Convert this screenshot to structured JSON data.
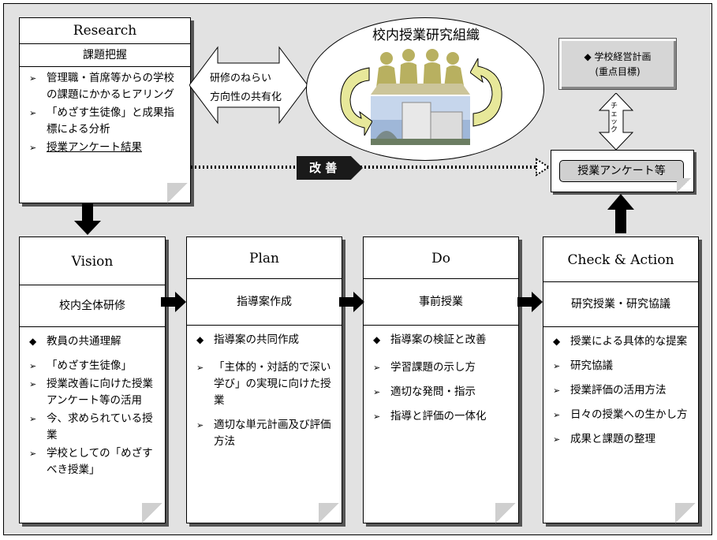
{
  "research": {
    "title": "Research",
    "subtitle": "課題把握",
    "items": [
      "管理職・首席等からの学校の課題にかかるヒアリング",
      "「めざす生徒像」と成果指標による分析",
      "授業アンケート結果"
    ]
  },
  "share_label": {
    "line1": "研修のねらい",
    "line2": "方向性の共有化"
  },
  "organization": {
    "title": "校内授業研究組織"
  },
  "plan_box": {
    "line1": "◆ 学校経営計画",
    "line2": "(重点目標)"
  },
  "check_label": "チェック",
  "improve_label": "改 善",
  "survey_box": "授業アンケート等",
  "vision": {
    "title": "Vision",
    "subtitle": "校内全体研修",
    "items": [
      {
        "mark": "diamond",
        "text": "教員の共通理解"
      },
      {
        "mark": "arrow",
        "text": "「めざす生徒像」"
      },
      {
        "mark": "arrow",
        "text": "授業改善に向けた授業アンケート等の活用"
      },
      {
        "mark": "arrow",
        "text": "今、求められている授業"
      },
      {
        "mark": "arrow",
        "text": "学校としての「めざすべき授業」"
      }
    ]
  },
  "plan": {
    "title": "Plan",
    "subtitle": "指導案作成",
    "items": [
      {
        "mark": "diamond",
        "text": "指導案の共同作成"
      },
      {
        "mark": "arrow",
        "text": "「主体的・対話的で深い学び」の実現に向けた授業"
      },
      {
        "mark": "arrow",
        "text": "適切な単元計画及び評価方法"
      }
    ]
  },
  "do": {
    "title": "Do",
    "subtitle": "事前授業",
    "items": [
      {
        "mark": "diamond",
        "text": "指導案の検証と改善"
      },
      {
        "mark": "arrow",
        "text": "学習課題の示し方"
      },
      {
        "mark": "arrow",
        "text": "適切な発問・指示"
      },
      {
        "mark": "arrow",
        "text": "指導と評価の一体化"
      }
    ]
  },
  "check": {
    "title": "Check & Action",
    "subtitle": "研究授業・研究協議",
    "items": [
      {
        "mark": "diamond",
        "text": "授業による具体的な提案"
      },
      {
        "mark": "arrow",
        "text": "研究協議"
      },
      {
        "mark": "arrow",
        "text": "授業評価の活用方法"
      },
      {
        "mark": "arrow",
        "text": "日々の授業への生かし方"
      },
      {
        "mark": "arrow",
        "text": "成果と課題の整理"
      }
    ]
  },
  "colors": {
    "background": "#e2e2e2",
    "photo_olive": "#b8b060",
    "arrow_yellow": "#e7e89a",
    "improve_badge": "#1a1a1a"
  }
}
